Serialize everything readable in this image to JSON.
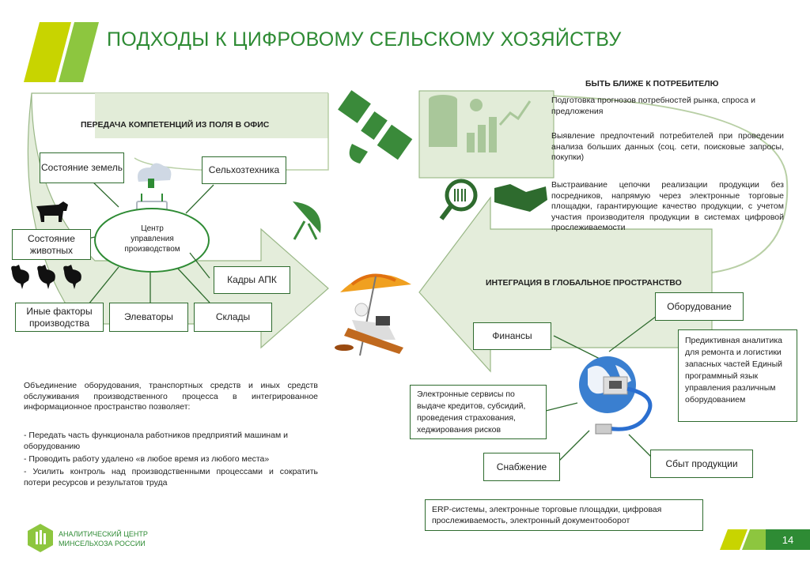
{
  "title": "ПОДХОДЫ К ЦИФРОВОМУ СЕЛЬСКОМУ ХОЗЯЙСТВУ",
  "left": {
    "heading": "ПЕРЕДАЧА КОМПЕТЕНЦИЙ ИЗ ПОЛЯ В ОФИС",
    "center": "Центр управления производством",
    "boxes": {
      "land": "Состояние земель",
      "machinery": "Сельхозтехника",
      "animals": "Состояние животных",
      "staff": "Кадры АПК",
      "other": "Иные факторы производства",
      "elevators": "Элеваторы",
      "warehouses": "Склады"
    },
    "description": "Объединение оборудования, транспортных средств и иных средств обслуживания производственного процесса в интегрированное информационное пространство позволяет:",
    "bullets": [
      "- Передать часть функционала работников предприятий машинам и оборудованию",
      "- Проводить работу удалено «в любое время из любого места»",
      "- Усилить контроль над производственными процессами и сократить потери ресурсов и результатов труда"
    ]
  },
  "right_top": {
    "heading": "БЫТЬ БЛИЖЕ К ПОТРЕБИТЕЛЮ",
    "p1": "Подготовка прогнозов потребностей рынка, спроса и предложения",
    "p2": "Выявление предпочтений потребителей при проведении анализа больших данных (соц. сети, поисковые запросы, покупки)",
    "p3": "Выстраивание цепочки реализации продукции без посредников, напрямую через электронные торговые площадки, гарантирующие качество продукции, с учетом участия производителя продукции в системах цифровой прослеживаемости"
  },
  "right_bottom": {
    "heading": "ИНТЕГРАЦИЯ В ГЛОБАЛЬНОЕ ПРОСТРАНСТВО",
    "equipment": "Оборудование",
    "finance": "Финансы",
    "equipment_desc": "Предиктивная аналитика для ремонта и логистики запасных частей Единый программный язык управления различным оборудованием",
    "eservices": "Электронные сервисы по выдаче кредитов, субсидий, проведения страхования, хеджирования рисков",
    "supply": "Снабжение",
    "sales": "Сбыт продукции",
    "erp": "ERP-системы, электронные торговые площадки, цифровая прослеживаемость, электронный документооборот"
  },
  "footer": {
    "org_line1": "АНАЛИТИЧЕСКИЙ ЦЕНТР",
    "org_line2": "МИНСЕЛЬХОЗА РОССИИ",
    "page": "14"
  },
  "colors": {
    "brand_green": "#2e8b34",
    "light_green": "#8dc63f",
    "lime": "#c8d400",
    "arrow_fill": "#e2ecd8",
    "dark_green": "#2e6b2e"
  }
}
